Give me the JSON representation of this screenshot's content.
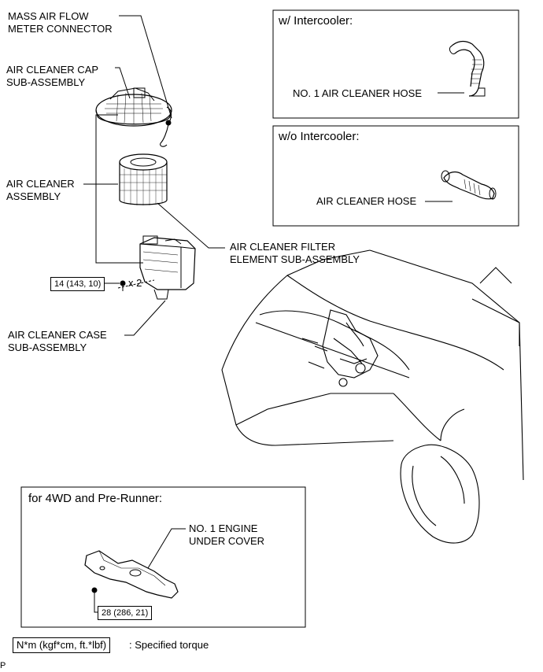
{
  "labels": {
    "maf_line1": "MASS AIR FLOW",
    "maf_line2": "METER CONNECTOR",
    "cap_line1": "AIR CLEANER CAP",
    "cap_line2": "SUB-ASSEMBLY",
    "assy_line1": "AIR CLEANER",
    "assy_line2": "ASSEMBLY",
    "filter_line1": "AIR CLEANER FILTER",
    "filter_line2": "ELEMENT SUB-ASSEMBLY",
    "case_line1": "AIR CLEANER CASE",
    "case_line2": "SUB-ASSEMBLY",
    "bolt_count": "x 2"
  },
  "boxes": {
    "intercooler_title": "w/ Intercooler:",
    "intercooler_part": "NO. 1 AIR CLEANER HOSE",
    "no_intercooler_title": "w/o Intercooler:",
    "no_intercooler_part": "AIR CLEANER HOSE",
    "fourwd_title": "for 4WD and Pre-Runner:",
    "undercover_line1": "NO. 1 ENGINE",
    "undercover_line2": "UNDER COVER"
  },
  "torque": {
    "case_bolt": "14 (143, 10)",
    "undercover_bolt": "28 (286, 21)"
  },
  "legend": {
    "unit_box": "N*m (kgf*cm, ft.*lbf)",
    "description": ": Specified torque"
  },
  "footer": {
    "code": "P"
  }
}
